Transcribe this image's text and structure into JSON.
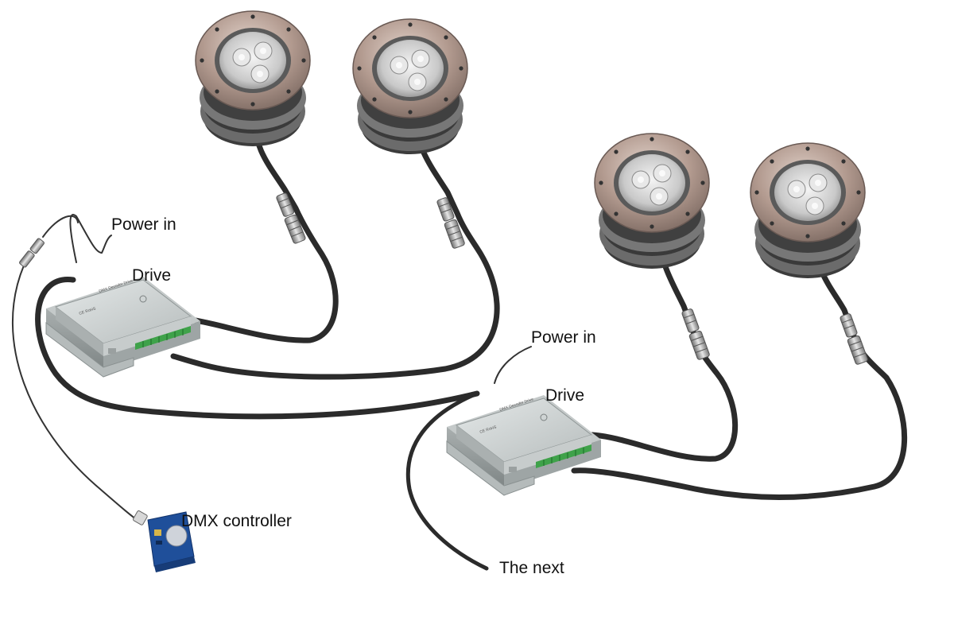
{
  "labels": {
    "power_in_1": "Power in",
    "drive_1": "Drive",
    "power_in_2": "Power in",
    "drive_2": "Drive",
    "dmx_controller": "DMX controller",
    "the_next": "The next"
  },
  "colors": {
    "cable": "#2b2b2b",
    "thin_wire": "#333333",
    "driver_body": "#c3c8c8",
    "terminal_block": "#3fa24a",
    "light_ring": "#a89086",
    "dmx_controller": "#1f4f9a"
  },
  "icons": [
    "led-light-icon",
    "inline-connector-icon",
    "driver-box-icon",
    "dmx-controller-icon"
  ]
}
